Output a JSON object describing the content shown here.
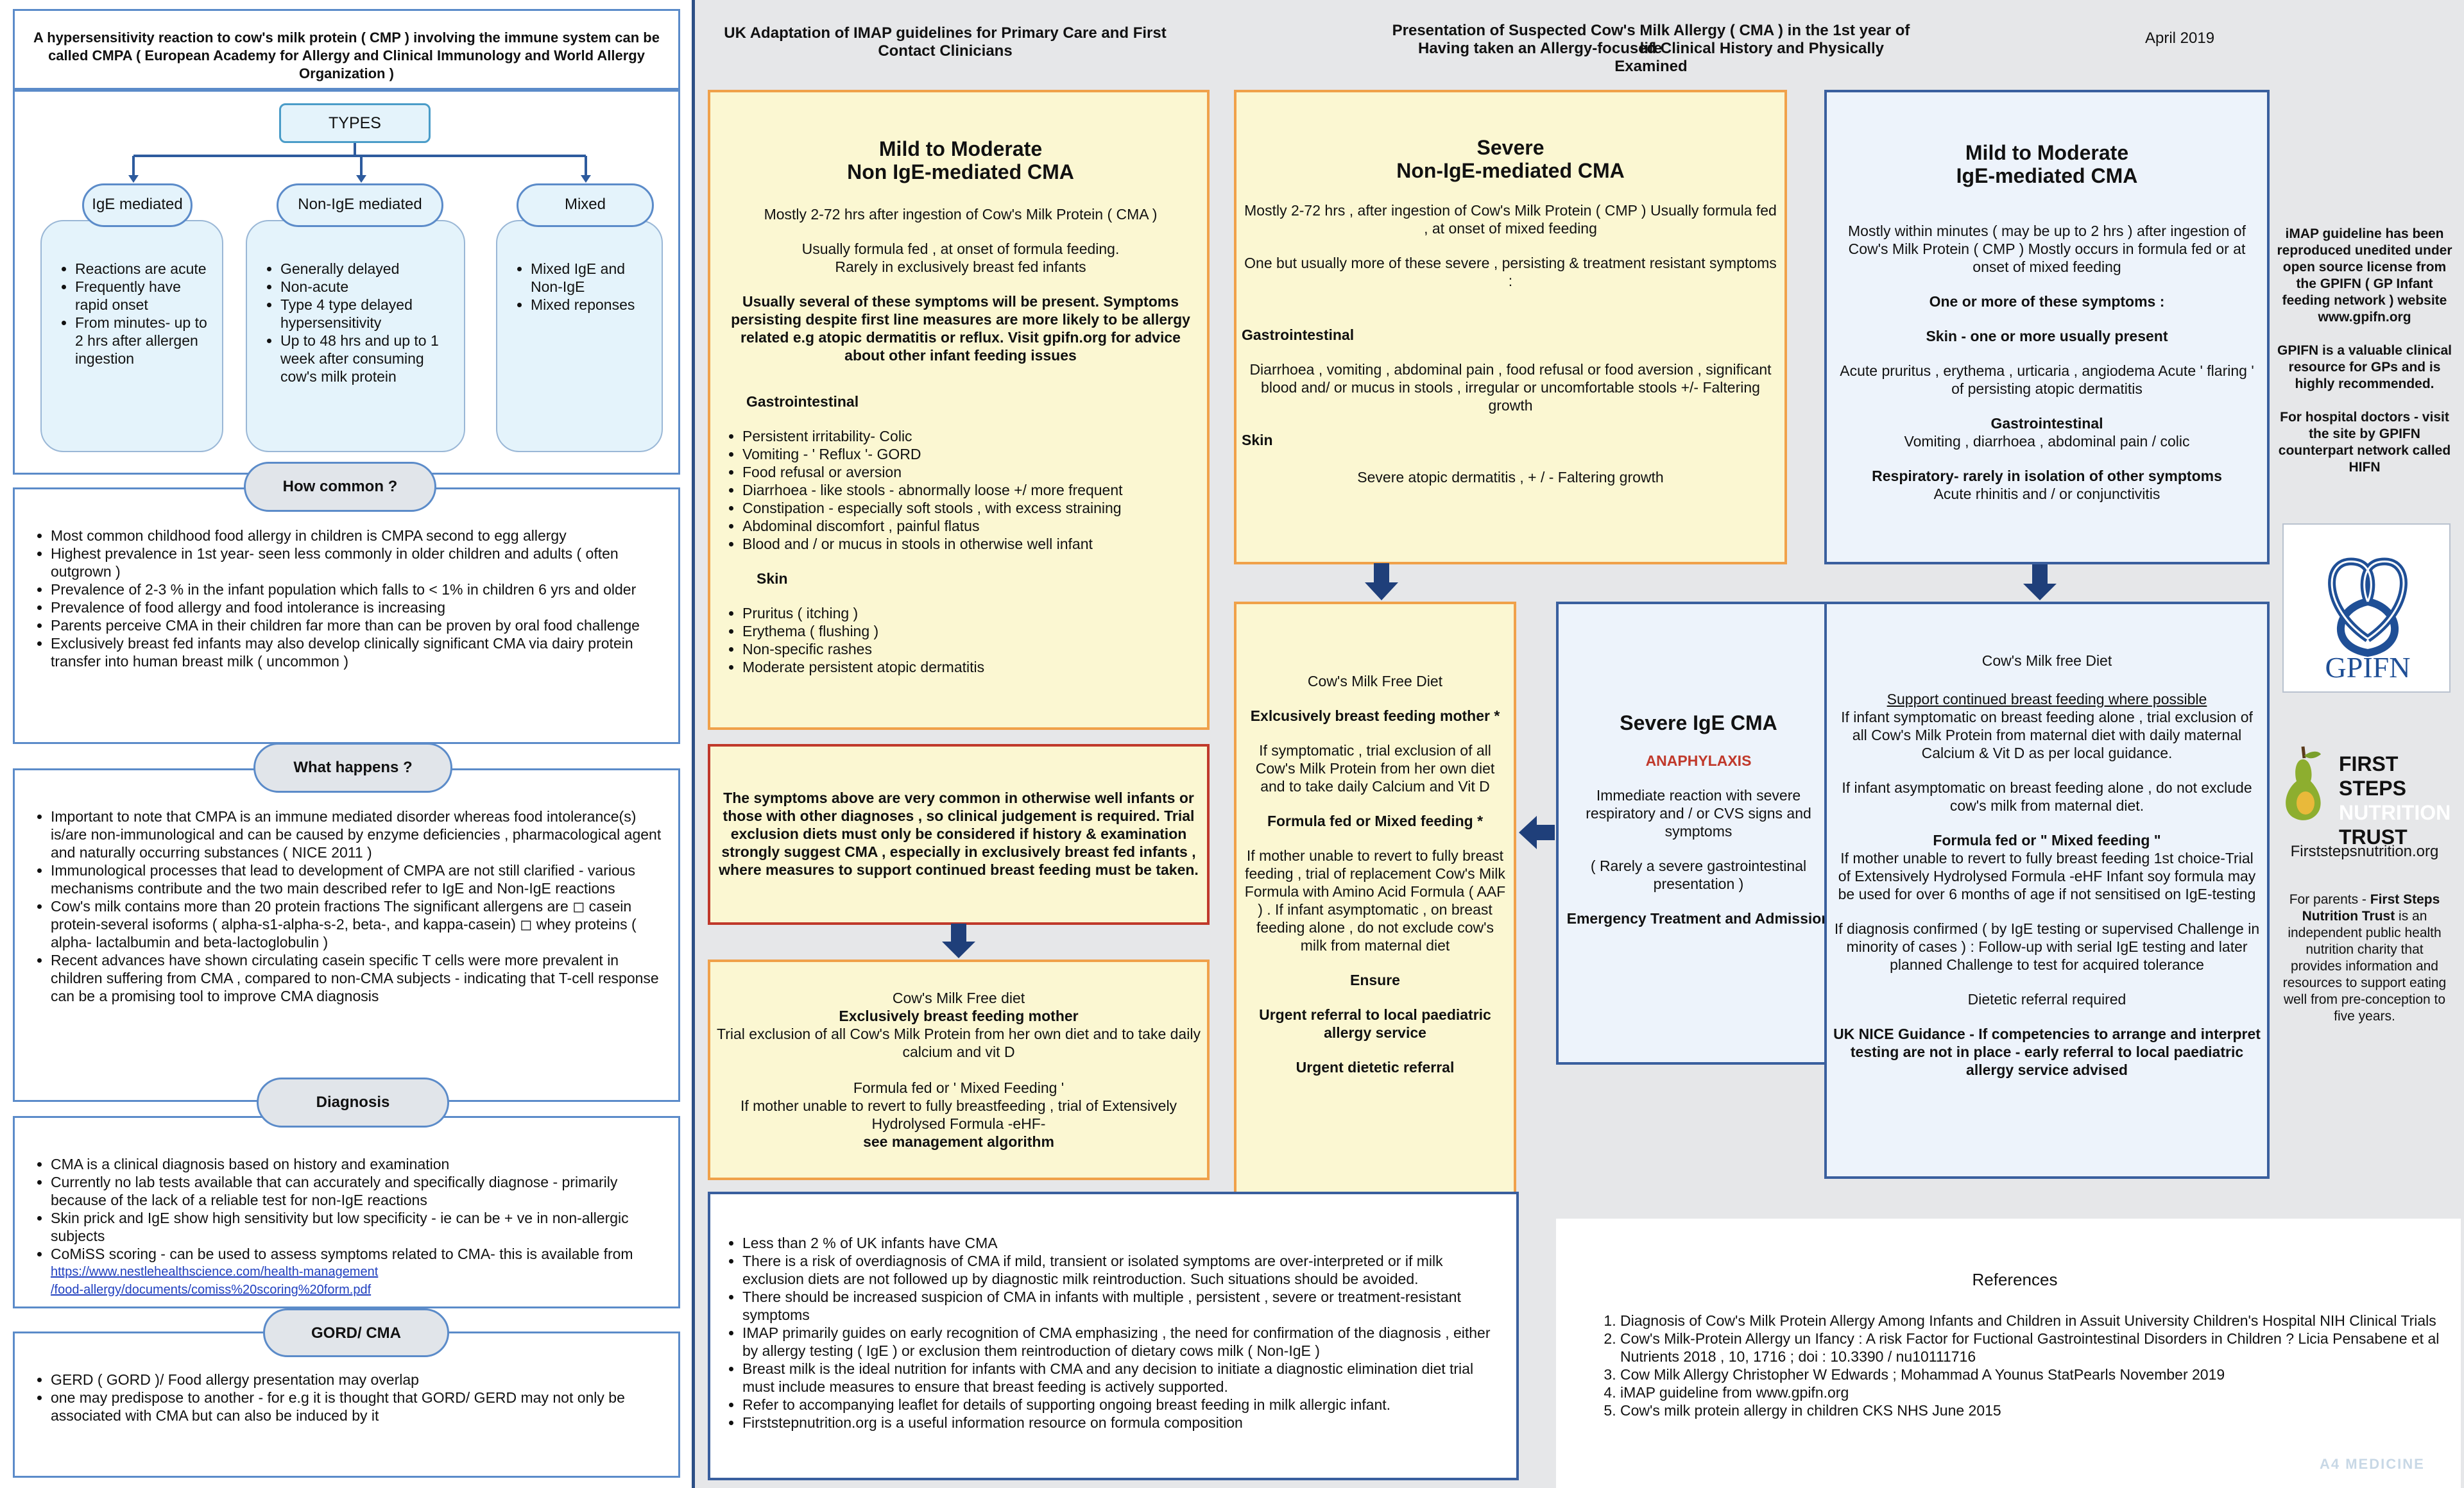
{
  "left": {
    "header": "A hypersensitivity reaction to cow's milk protein ( CMP ) involving the immune system can be called CMPA ( European Academy for Allergy and Clinical Immunology and World Allergy Organization )",
    "types_label": "TYPES",
    "types": [
      {
        "label": "IgE mediated",
        "items": [
          "Reactions are acute",
          "Frequently have rapid onset",
          "From minutes- up to 2 hrs after allergen ingestion"
        ]
      },
      {
        "label": "Non-IgE mediated",
        "items": [
          "Generally delayed",
          "Non-acute",
          "Type 4 type delayed hypersensitivity",
          "Up to 48 hrs and up to 1 week after consuming cow's milk protein"
        ]
      },
      {
        "label": "Mixed",
        "items": [
          "Mixed IgE and Non-IgE",
          "Mixed reponses"
        ]
      }
    ],
    "how_common": {
      "title": "How common ?",
      "items": [
        "Most common childhood food allergy in children is CMPA second to egg allergy",
        "Highest prevalence in 1st year- seen less commonly in older children and adults ( often outgrown )",
        "Prevalence of 2-3 % in the infant population which falls to < 1% in children 6 yrs and older",
        "Prevalence of food allergy and food intolerance is increasing",
        "Parents perceive CMA in their children far more than can be proven by oral food challenge",
        "Exclusively breast fed infants may also develop clinically significant CMA via dairy protein transfer into human breast milk ( uncommon )"
      ]
    },
    "what_happens": {
      "title": "What happens ?",
      "items": [
        "Important to note that CMPA is an immune mediated disorder whereas food intolerance(s) is/are non-immunological and can be caused by enzyme deficiencies , pharmacological agent and naturally occurring substances ( NICE 2011 )",
        "Immunological processes that lead to development of CMPA are not still clarified - various mechanisms contribute and the two main described refer to IgE and Non-IgE reactions",
        "Cow's milk contains more than 20 protein fractions The significant allergens are ◻ casein protein-several isoforms ( alpha-s1-alpha-s-2, beta-, and kappa-casein) ◻ whey proteins ( alpha- lactalbumin and beta-lactoglobulin )",
        "Recent advances have shown circulating casein specific T cells were more prevalent in children suffering from CMA , compared to non-CMA subjects - indicating that T-cell response can be a promising tool to improve CMA diagnosis"
      ]
    },
    "diagnosis": {
      "title": "Diagnosis",
      "items": [
        "CMA is a clinical diagnosis based on history and examination",
        "Currently no lab tests available that can accurately and specifically diagnose - primarily because of the lack of a reliable test for non-IgE reactions",
        "Skin prick and IgE show high sensitivity but low specificity - ie can be + ve in non-allergic subjects",
        "CoMiSS scoring - can be used to assess symptoms related to CMA- this is available from"
      ],
      "link1": "https://www.nestlehealthscience.com/health-management",
      "link2": "/food-allergy/documents/comiss%20scoring%20form.pdf"
    },
    "gord": {
      "title": "GORD/ CMA",
      "items": [
        "GERD ( GORD )/ Food allergy presentation may overlap",
        "one may predispose to another - for e.g it is thought that GORD/ GERD may not only be associated with CMA but can also be induced by it"
      ]
    }
  },
  "header": {
    "title_left": "UK Adaptation of IMAP guidelines for Primary Care and First Contact Clinicians",
    "title_mid_1": "Presentation of Suspected Cow's Milk Allergy ( CMA ) in the 1st year of life",
    "title_mid_2": "Having taken an  Allergy-focused Clinical History and Physically Examined",
    "date": "April 2019"
  },
  "mild_non_ige": {
    "title_1": "Mild to Moderate",
    "title_2": "Non IgE-mediated CMA",
    "p1": "Mostly 2-72 hrs after ingestion of Cow's Milk Protein ( CMA )",
    "p2a": "Usually formula fed , at onset of formula feeding.",
    "p2b": "Rarely in exclusively breast fed infants",
    "p3": "Usually several of these symptoms will be present. Symptoms persisting despite first line measures are more likely to be allergy related e.g atopic dermatitis or reflux. Visit gpifn.org for advice about  other infant feeding issues",
    "gi_label": "Gastrointestinal",
    "gi_items": [
      "Persistent irritability- Colic",
      "Vomiting - ' Reflux '- GORD",
      "Food refusal or aversion",
      "Diarrhoea - like stools - abnormally loose +/ more frequent",
      "Constipation - especially soft stools , with excess straining",
      "Abdominal discomfort , painful flatus",
      "Blood and / or mucus in stools in otherwise well infant"
    ],
    "skin_label": "Skin",
    "skin_items": [
      "Pruritus ( itching )",
      "Erythema ( flushing )",
      "Non-specific rashes",
      "Moderate persistent atopic dermatitis"
    ]
  },
  "warning": "The symptoms above are very common in otherwise well infants or those with other diagnoses , so clinical judgement is required. Trial exclusion diets must only be considered if history & examination strongly suggest CMA , especially in exclusively breast fed infants , where measures to support continued breast feeding must be taken.",
  "mild_diet": {
    "title": "Cow's Milk Free diet",
    "l1": "Exclusively breast feeding mother",
    "l2": "Trial exclusion of all Cow's Milk Protein from her own diet and to take daily calcium and vit D",
    "l3": "Formula fed or ' Mixed Feeding '",
    "l4": "If mother unable to revert to fully breastfeeding , trial of Extensively Hydrolysed Formula -eHF-",
    "l5": "see management algorithm"
  },
  "severe_non_ige": {
    "title_1": "Severe",
    "title_2": "Non-IgE-mediated CMA",
    "p1": "Mostly 2-72 hrs , after ingestion of Cow's Milk Protein ( CMP ) Usually formula fed , at onset of mixed feeding",
    "p2": "One but usually more of these severe , persisting & treatment resistant symptoms :",
    "gi_label": "Gastrointestinal",
    "gi_text": "Diarrhoea , vomiting , abdominal pain , food refusal or food aversion , significant blood and/ or mucus in stools , irregular or uncomfortable stools +/- Faltering growth",
    "skin_label": "Skin",
    "skin_text": "Severe atopic dermatitis , + / - Faltering growth"
  },
  "severe_diet": {
    "title": "Cow's Milk Free Diet",
    "l1": "Exlcusively breast feeding mother *",
    "l2": "If symptomatic , trial exclusion of all Cow's Milk Protein from her own diet and to take daily Calcium and Vit D",
    "l3": "Formula fed or Mixed feeding *",
    "l4": "If mother unable to revert to fully breast feeding , trial of replacement Cow's Milk Formula with Amino Acid Formula ( AAF ) .  If infant asymptomatic , on breast feeding alone , do not exclude cow's milk from maternal diet",
    "l5": "Ensure",
    "l6": "Urgent referral to local paediatric allergy service",
    "l7": "Urgent dietetic referral"
  },
  "severe_ige": {
    "title": "Severe IgE CMA",
    "anaphylaxis": "ANAPHYLAXIS",
    "p1": "Immediate reaction with severe respiratory and / or CVS signs and symptoms",
    "p2": "( Rarely a severe gastrointestinal presentation )",
    "p3": "Emergency Treatment and Admission"
  },
  "mild_ige": {
    "title_1": "Mild to Moderate",
    "title_2": "IgE-mediated CMA",
    "p1": "Mostly within minutes ( may be up to 2 hrs ) after ingestion of Cow's Milk Protein ( CMP ) Mostly occurs in formula fed or at onset of mixed feeding",
    "p2": "One or more of these  symptoms :",
    "p3": "Skin  - one or more usually present",
    "p4": "Acute pruritus  , erythema , urticaria , angiodema Acute ' flaring ' of persisting atopic dermatitis",
    "p5": "Gastrointestinal",
    "p6": "Vomiting , diarrhoea , abdominal pain / colic",
    "p7": "Respiratory- rarely in isolation of other symptoms",
    "p8": "Acute rhinitis and / or conjunctivitis"
  },
  "ige_diet": {
    "title": "Cow's Milk free Diet",
    "p1": "Support continued breast feeding where possible",
    "p2": "If infant symptomatic on breast feeding alone , trial exclusion of all Cow's Milk Protein from maternal diet with daily maternal Calcium & Vit D as per local guidance.",
    "p3": "If infant asymptomatic on breast feeding alone , do not exclude cow's milk from maternal diet.",
    "p4": "Formula fed or \" Mixed feeding \"",
    "p5": "If mother unable to revert to fully breast feeding 1st choice-Trial of Extensively Hydrolysed Formula -eHF Infant soy formula may be used for over 6 months of age if not sensitised on IgE-testing",
    "p6": "If diagnosis confirmed ( by IgE testing or supervised Challenge in minority of cases ) : Follow-up with serial IgE testing and later planned Challenge to test for acquired tolerance",
    "p7": "Dietetic referral required",
    "p8": "UK NICE Guidance - If competencies to arrange and interpret testing are not in place - early referral to local paediatric allergy service advised"
  },
  "side": {
    "p1": "iMAP guideline has been reproduced unedited under open source license from the GPIFN ( GP Infant feeding network ) website www.gpifn.org",
    "p2": "GPIFN is  a valuable clinical resource for GPs and is highly recommended.",
    "p3": "For hospital doctors - visit the site by GPIFN counterpart network called HIFN",
    "gpifn_logo": "GPIFN",
    "fst_1": "FIRST STEPS",
    "fst_2": "NUTRITION",
    "fst_3": "TRUST",
    "fst_url": "Firststepsnutrition.org",
    "p4_a": "For parents - ",
    "p4_b": "First Steps Nutrition Trust",
    "p4_c": " is an independent public health nutrition charity that provides information and resources to support eating well from pre-conception to five years."
  },
  "bottom_notes": [
    "Less than 2 % of UK infants have CMA",
    "There is a risk of overdiagnosis of CMA if mild, transient or isolated symptoms are over-interpreted or if milk exclusion diets are not followed up by diagnostic milk reintroduction. Such  situations should be avoided.",
    "There should be increased suspicion of CMA in infants with multiple ,  persistent , severe or treatment-resistant symptoms",
    "IMAP primarily guides on early recognition of CMA emphasizing , the need for confirmation of the diagnosis , either by allergy testing ( IgE ) or exclusion them reintroduction of dietary cows milk ( Non-IgE )",
    "Breast milk is the ideal nutrition for infants with CMA and any decision to initiate a diagnostic elimination diet trial must include measures to ensure that breast feeding is actively supported.",
    "Refer to accompanying leaflet for details of supporting ongoing breast feeding in milk allergic infant.",
    "Firststepnutrition.org is a useful information resource on formula composition"
  ],
  "references": {
    "title": "References",
    "items": [
      "Diagnosis of Cow's Milk Protein Allergy Among Infants and Children in Assuit University Children's Hospital NIH Clinical Trials",
      "Cow's Milk-Protein Allergy un Ifancy : A risk Factor for Fuctional Gastrointestinal Disorders in Children ? Licia Pensabene et al Nutrients 2018 , 10, 1716 ; doi : 10.3390 / nu10111716",
      "Cow Milk Allergy Christopher W Edwards ; Mohammad A Younus StatPearls November 2019",
      "iMAP guideline from www.gpifn.org",
      "Cow's milk protein allergy in children CKS NHS June 2015"
    ]
  },
  "watermark": {
    "line1": "A4 MEDICINE"
  }
}
